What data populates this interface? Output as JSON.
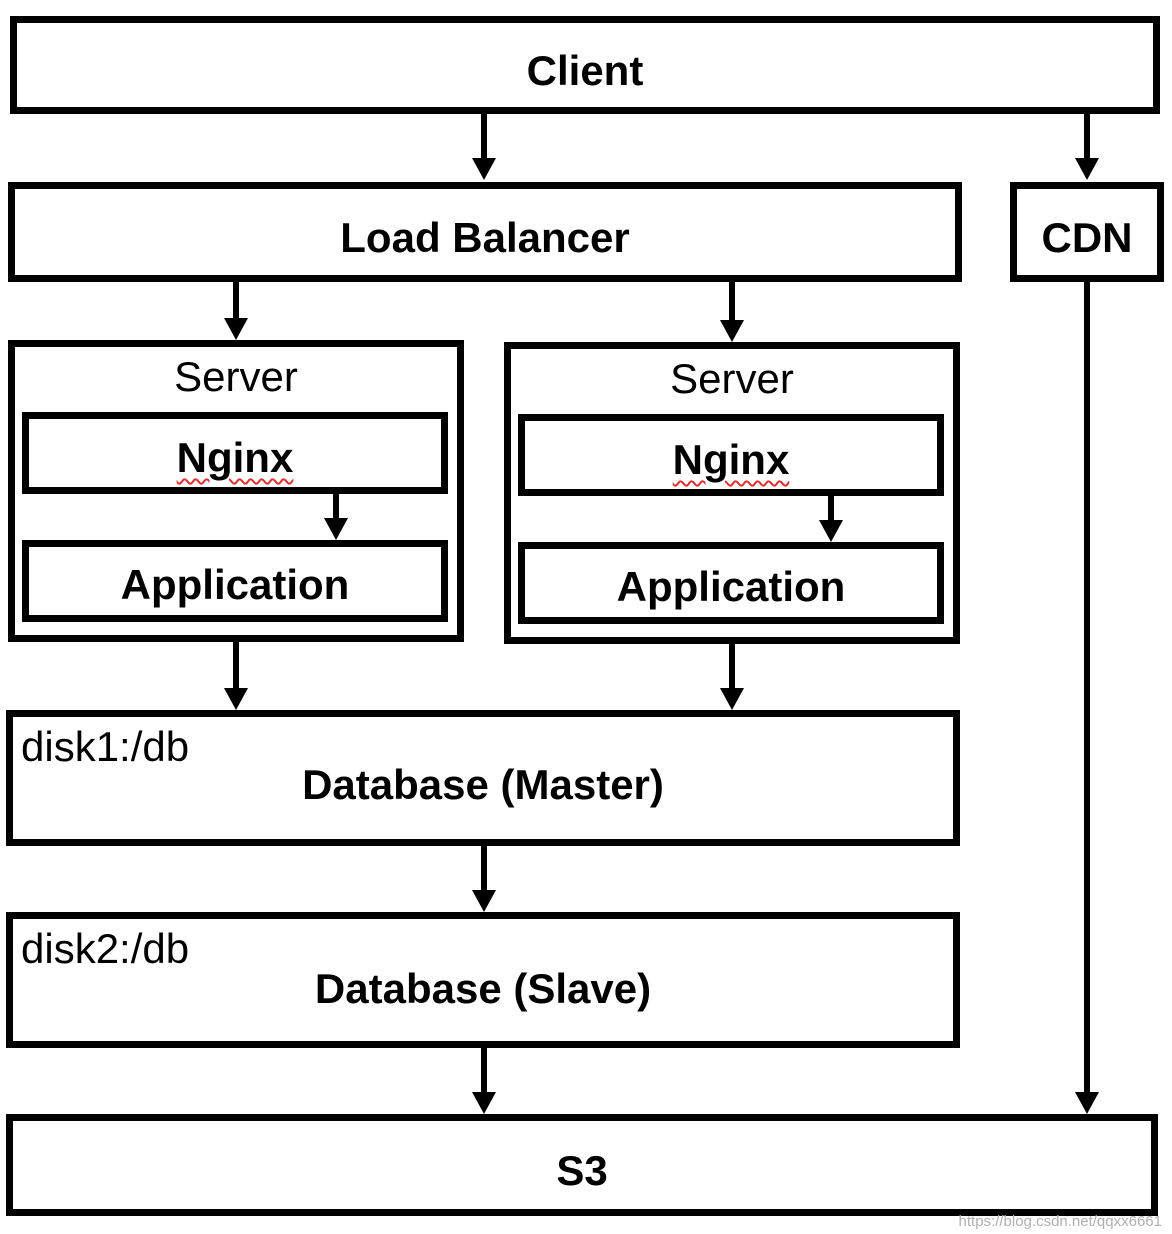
{
  "client": {
    "label": "Client"
  },
  "load_balancer": {
    "label": "Load Balancer"
  },
  "cdn": {
    "label": "CDN"
  },
  "servers": [
    {
      "title": "Server",
      "nginx": "Nginx",
      "application": "Application"
    },
    {
      "title": "Server",
      "nginx": "Nginx",
      "application": "Application"
    }
  ],
  "database_master": {
    "disk": "disk1:/db",
    "label": "Database (Master)"
  },
  "database_slave": {
    "disk": "disk2:/db",
    "label": "Database (Slave)"
  },
  "s3": {
    "label": "S3"
  },
  "watermark": "https://blog.csdn.net/qqxx6661"
}
